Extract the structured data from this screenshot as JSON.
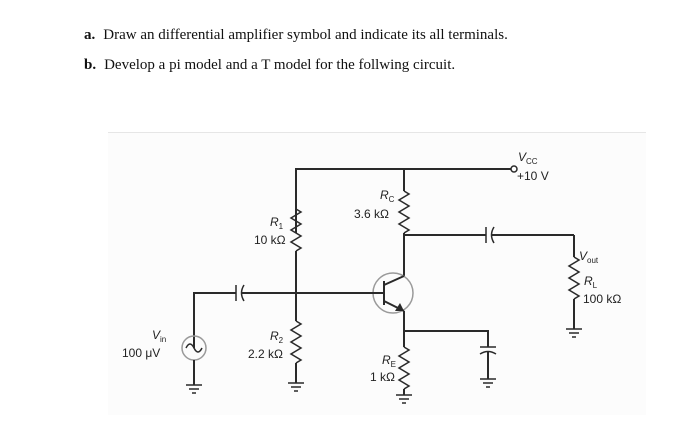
{
  "questions": {
    "a": {
      "letter": "a.",
      "text": "Draw an differential amplifier symbol and indicate its all terminals."
    },
    "b": {
      "letter": "b.",
      "text": "Develop a pi model and a T model for the follwing circuit."
    }
  },
  "circuit": {
    "vcc_symbol": "V",
    "vcc_sub": "CC",
    "vcc_value": "+10 V",
    "rc_symbol": "R",
    "rc_sub": "C",
    "rc_value": "3.6 kΩ",
    "r1_symbol": "R",
    "r1_sub": "1",
    "r1_value": "10 kΩ",
    "r2_symbol": "R",
    "r2_sub": "2",
    "r2_value": "2.2 kΩ",
    "re_symbol": "R",
    "re_sub": "E",
    "re_value": "1 kΩ",
    "vin_symbol": "V",
    "vin_sub": "in",
    "vin_value": "100 μV",
    "vout_symbol": "V",
    "vout_sub": "out",
    "rl_symbol": "R",
    "rl_sub": "L",
    "rl_value": "100 kΩ"
  }
}
